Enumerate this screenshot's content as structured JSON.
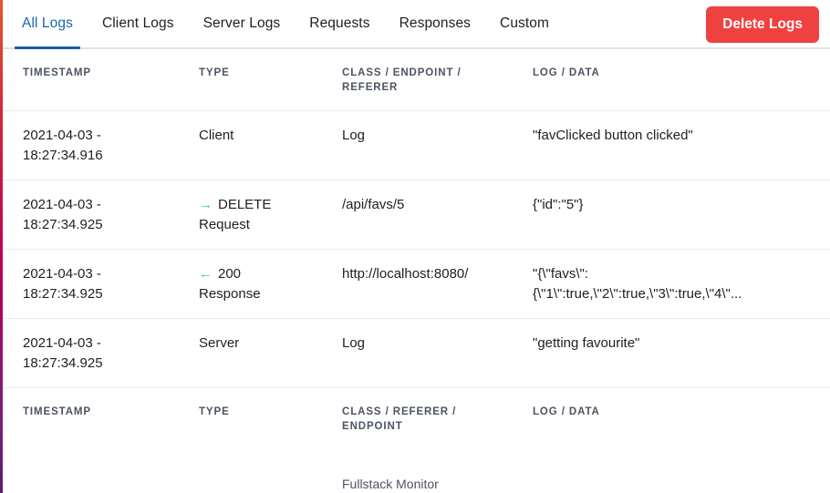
{
  "tabs": [
    {
      "label": "All Logs",
      "active": true
    },
    {
      "label": "Client Logs",
      "active": false
    },
    {
      "label": "Server Logs",
      "active": false
    },
    {
      "label": "Requests",
      "active": false
    },
    {
      "label": "Responses",
      "active": false
    },
    {
      "label": "Custom",
      "active": false
    }
  ],
  "toolbar": {
    "delete_label": "Delete Logs"
  },
  "table": {
    "header": {
      "timestamp": "TIMESTAMP",
      "type": "TYPE",
      "class": "CLASS / ENDPOINT / REFERER",
      "data": "LOG / DATA"
    },
    "footer_header": {
      "timestamp": "TIMESTAMP",
      "type": "TYPE",
      "class": "CLASS / REFERER / ENDPOINT",
      "data": "LOG / DATA"
    },
    "rows": [
      {
        "timestamp": "2021-04-03 -\n18:27:34.916",
        "type_icon": "",
        "type_primary": "Client",
        "type_secondary": "",
        "class": "Log",
        "data": "\"favClicked button clicked\""
      },
      {
        "timestamp": "2021-04-03 -\n18:27:34.925",
        "type_icon": "→",
        "type_primary": "DELETE",
        "type_secondary": "Request",
        "class": "/api/favs/5",
        "data": "{\"id\":\"5\"}"
      },
      {
        "timestamp": "2021-04-03 -\n18:27:34.925",
        "type_icon": "←",
        "type_primary": "200",
        "type_secondary": "Response",
        "class": "http://localhost:8080/",
        "data": "\"{\\\"favs\\\": {\\\"1\\\":true,\\\"2\\\":true,\\\"3\\\":true,\\\"4\\\"..."
      },
      {
        "timestamp": "2021-04-03 -\n18:27:34.925",
        "type_icon": "",
        "type_primary": "Server",
        "type_secondary": "",
        "class": "Log",
        "data": "\"getting favourite\""
      }
    ]
  },
  "footer": {
    "link_label": "Fullstack Monitor"
  },
  "colors": {
    "accent_blue": "#1a5da8",
    "danger_red": "#f04141",
    "arrow_green": "#3ecf8e",
    "header_text": "#4c5363",
    "divider": "#e8eaef"
  }
}
